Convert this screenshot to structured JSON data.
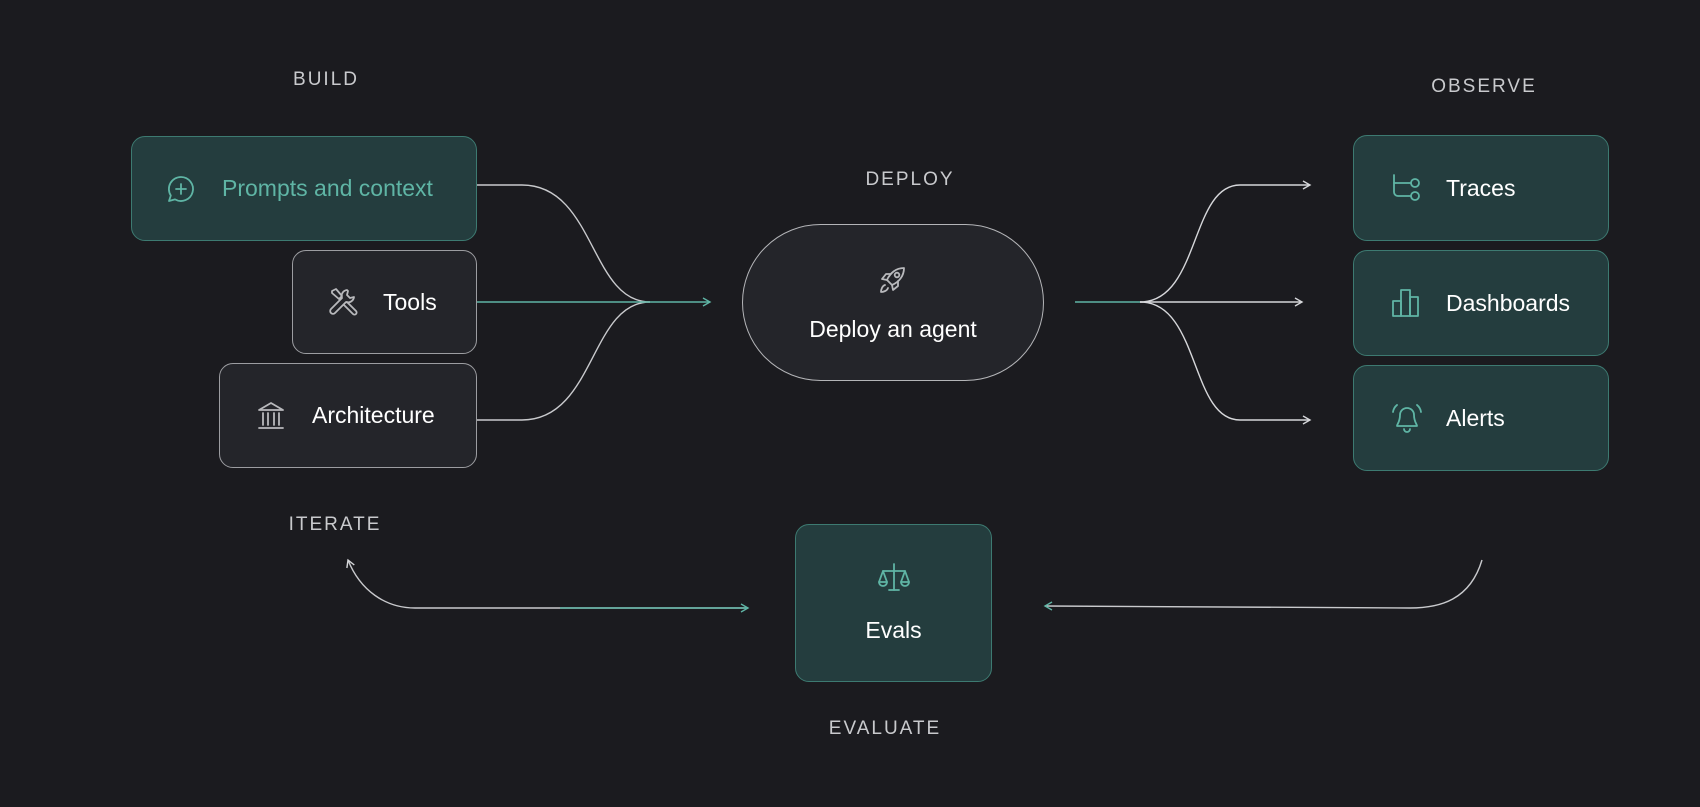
{
  "sections": {
    "build": "BUILD",
    "deploy": "DEPLOY",
    "observe": "OBSERVE",
    "iterate": "ITERATE",
    "evaluate": "EVALUATE"
  },
  "build_items": [
    {
      "label": "Prompts and context",
      "icon": "chat-plus-icon",
      "highlighted": true
    },
    {
      "label": "Tools",
      "icon": "tools-icon",
      "highlighted": false
    },
    {
      "label": "Architecture",
      "icon": "building-columns-icon",
      "highlighted": false
    }
  ],
  "deploy": {
    "label": "Deploy an agent",
    "icon": "rocket-icon"
  },
  "observe_items": [
    {
      "label": "Traces",
      "icon": "traces-icon"
    },
    {
      "label": "Dashboards",
      "icon": "bar-chart-icon"
    },
    {
      "label": "Alerts",
      "icon": "bell-icon"
    }
  ],
  "evals": {
    "label": "Evals",
    "icon": "scale-icon"
  },
  "colors": {
    "background": "#1b1b1f",
    "teal_fill": "#243d3e",
    "teal_border": "#3d7a71",
    "teal_accent": "#5fb5a5",
    "dark_fill": "#24252a",
    "line_light": "#d6d7da"
  }
}
